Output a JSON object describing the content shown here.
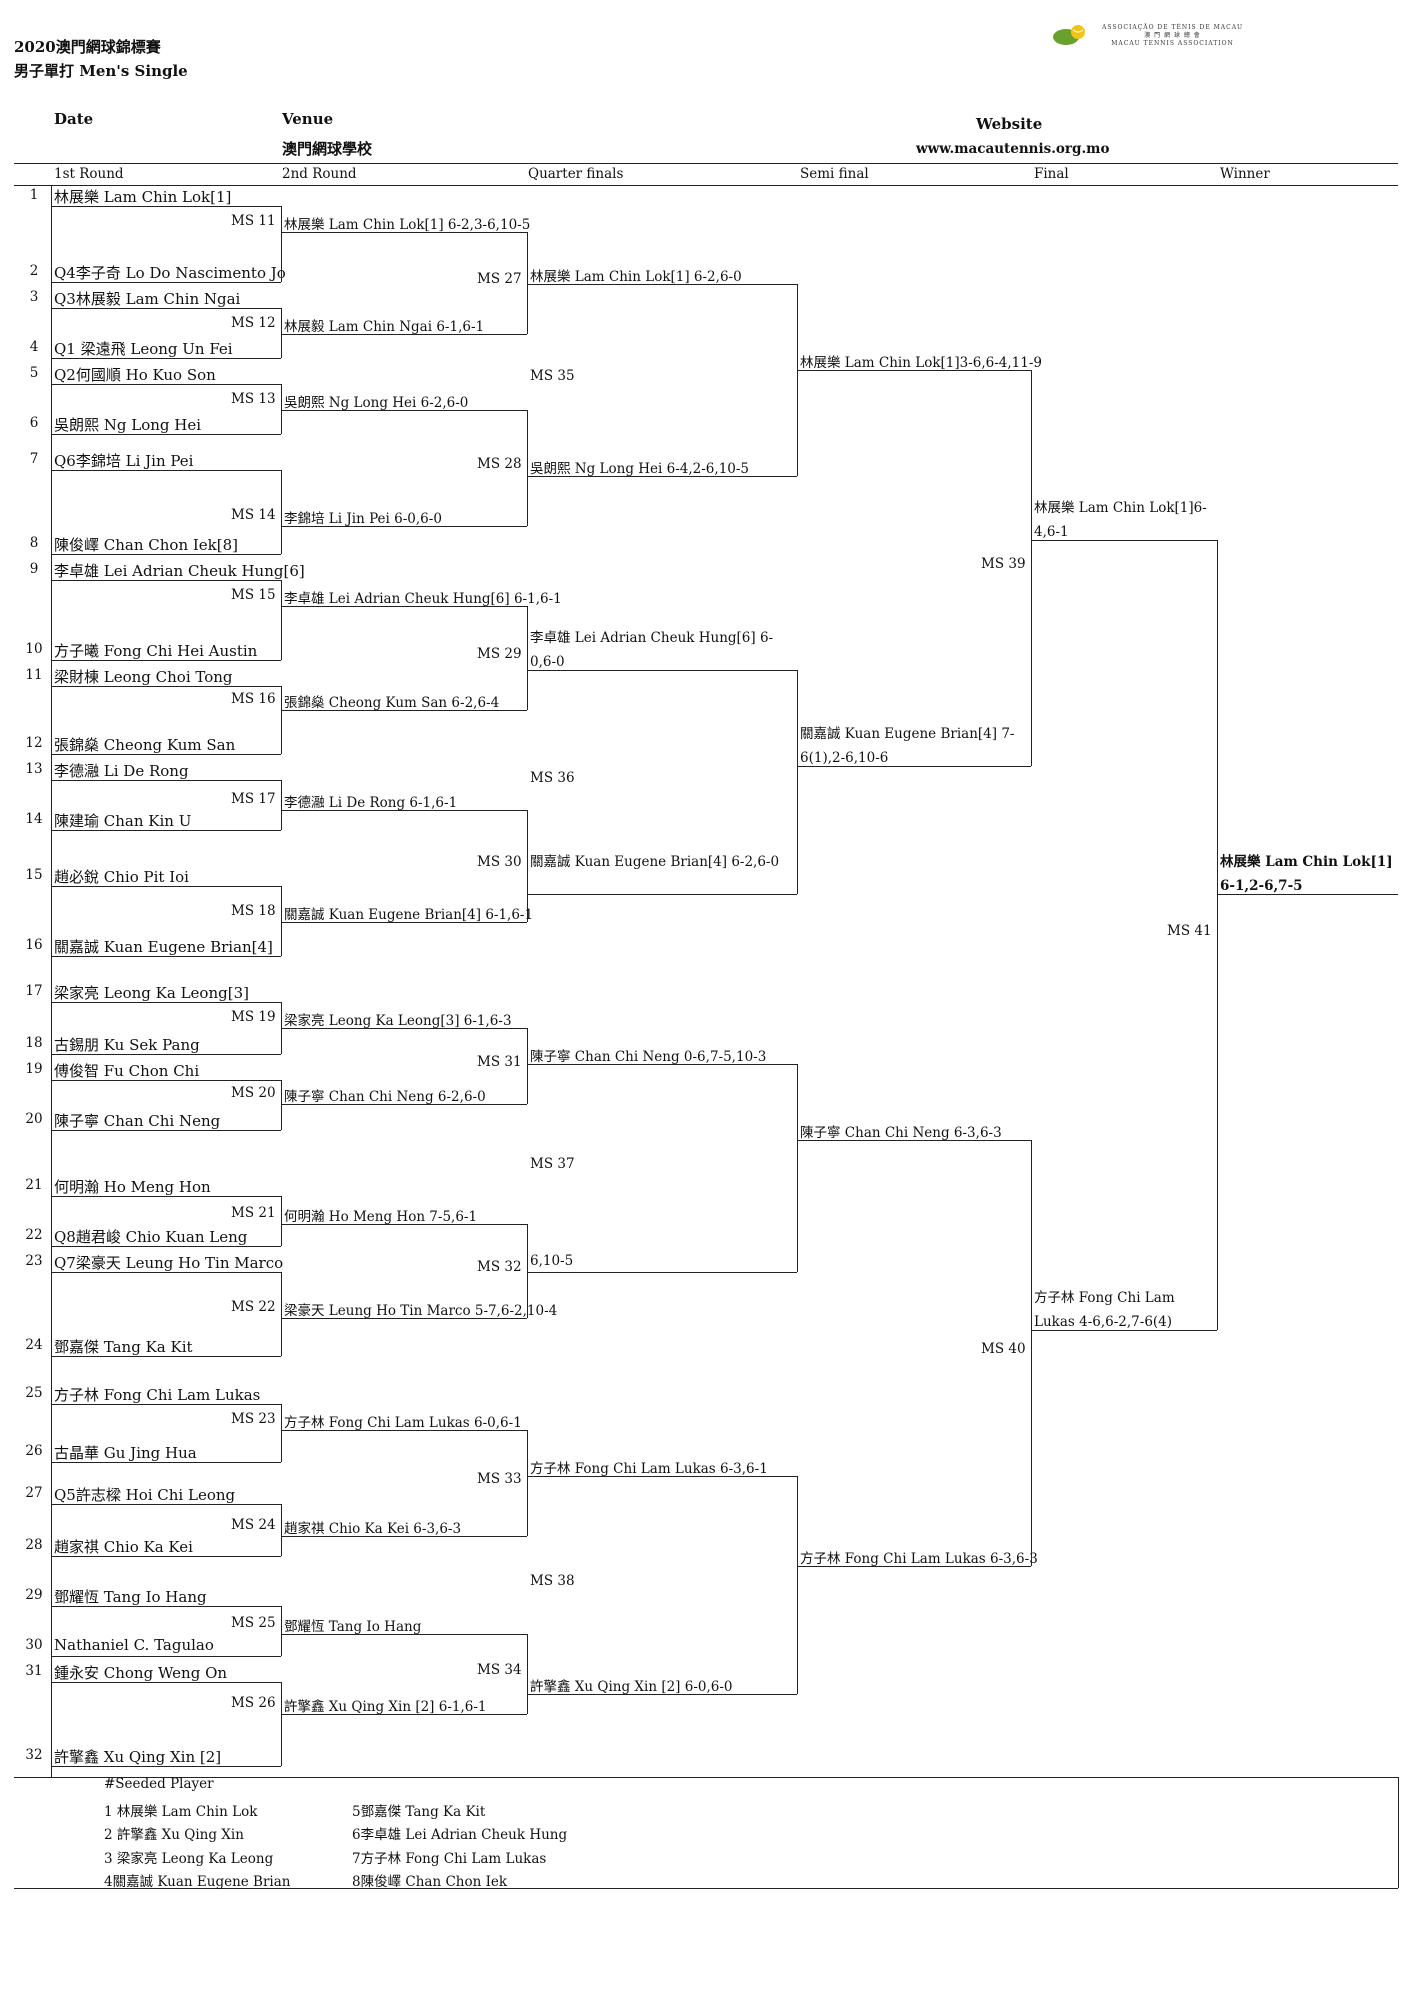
{
  "header": {
    "title_line1": "2020澳門網球錦標賽",
    "title_line2": "男子單打 Men's Single",
    "date_label": "Date",
    "venue_label": "Venue",
    "venue_value": "澳門網球學校",
    "website_label": "Website",
    "website_value": "www.macautennis.org.mo",
    "logo_text": [
      "ASSOCIAÇÃO DE TÉNIS DE MACAU",
      "澳 門 網 球 總 會",
      "MACAU TENNIS ASSOCIATION"
    ]
  },
  "columns": [
    "1st Round",
    "2nd Round",
    "Quarter finals",
    "Semi final",
    "Final",
    "Winner"
  ],
  "round1": [
    {
      "num": "1",
      "name": "林展樂 Lam Chin Lok[1]"
    },
    {
      "num": "2",
      "name": "Q4李子奇 Lo Do Nascimento Jo"
    },
    {
      "num": "3",
      "name": "Q3林展毅 Lam Chin Ngai"
    },
    {
      "num": "4",
      "name": "Q1 梁遠飛 Leong Un Fei"
    },
    {
      "num": "5",
      "name": "Q2何國順 Ho Kuo Son"
    },
    {
      "num": "6",
      "name": "吳朗熙 Ng Long Hei"
    },
    {
      "num": "7",
      "name": "Q6李錦培 Li Jin Pei"
    },
    {
      "num": "8",
      "name": "陳俊嶧 Chan Chon Iek[8]"
    },
    {
      "num": "9",
      "name": "李卓雄 Lei Adrian Cheuk Hung[6]"
    },
    {
      "num": "10",
      "name": "方子曦 Fong Chi Hei Austin"
    },
    {
      "num": "11",
      "name": "梁財棟 Leong Choi Tong"
    },
    {
      "num": "12",
      "name": "張錦燊 Cheong Kum San"
    },
    {
      "num": "13",
      "name": "李德瀜 Li De Rong"
    },
    {
      "num": "14",
      "name": "陳建瑜 Chan Kin U"
    },
    {
      "num": "15",
      "name": "趙必銳 Chio Pit Ioi"
    },
    {
      "num": "16",
      "name": "關嘉誠 Kuan Eugene Brian[4]"
    },
    {
      "num": "17",
      "name": "梁家亮 Leong Ka Leong[3]"
    },
    {
      "num": "18",
      "name": "古錫朋 Ku Sek Pang"
    },
    {
      "num": "19",
      "name": "傅俊智 Fu Chon Chi"
    },
    {
      "num": "20",
      "name": "陳子寧 Chan Chi Neng"
    },
    {
      "num": "21",
      "name": "何明瀚 Ho Meng Hon"
    },
    {
      "num": "22",
      "name": "Q8趙君峻 Chio Kuan Leng"
    },
    {
      "num": "23",
      "name": "Q7梁豪天 Leung Ho Tin Marco"
    },
    {
      "num": "24",
      "name": "鄧嘉傑 Tang Ka Kit"
    },
    {
      "num": "25",
      "name": "方子林 Fong Chi Lam Lukas"
    },
    {
      "num": "26",
      "name": "古晶華 Gu Jing Hua"
    },
    {
      "num": "27",
      "name": "Q5許志樑 Hoi Chi Leong"
    },
    {
      "num": "28",
      "name": "趙家祺 Chio Ka Kei"
    },
    {
      "num": "29",
      "name": "鄧耀恆 Tang Io Hang"
    },
    {
      "num": "30",
      "name": "Nathaniel C. Tagulao"
    },
    {
      "num": "31",
      "name": "鍾永安 Chong Weng On"
    },
    {
      "num": "32",
      "name": "許擎鑫 Xu Qing Xin [2]"
    }
  ],
  "round2": [
    {
      "match": "MS 11",
      "result": "林展樂 Lam Chin Lok[1] 6-2,3-6,10-5"
    },
    {
      "match": "MS 12",
      "result": "林展毅 Lam Chin Ngai 6-1,6-1"
    },
    {
      "match": "MS 13",
      "result": "吳朗熙 Ng Long Hei 6-2,6-0"
    },
    {
      "match": "MS 14",
      "result": "李錦培 Li Jin Pei 6-0,6-0"
    },
    {
      "match": "MS 15",
      "result": "李卓雄 Lei Adrian Cheuk Hung[6] 6-1,6-1"
    },
    {
      "match": "MS 16",
      "result": "張錦燊 Cheong Kum San 6-2,6-4"
    },
    {
      "match": "MS 17",
      "result": "李德瀜 Li De Rong 6-1,6-1"
    },
    {
      "match": "MS 18",
      "result": "關嘉誠 Kuan Eugene Brian[4] 6-1,6-1"
    },
    {
      "match": "MS 19",
      "result": "梁家亮 Leong Ka Leong[3] 6-1,6-3"
    },
    {
      "match": "MS 20",
      "result": "陳子寧 Chan Chi Neng 6-2,6-0"
    },
    {
      "match": "MS 21",
      "result": "何明瀚 Ho Meng Hon 7-5,6-1"
    },
    {
      "match": "MS 22",
      "result": "梁豪天 Leung Ho Tin Marco 5-7,6-2,10-4"
    },
    {
      "match": "MS 23",
      "result": "方子林 Fong Chi Lam Lukas 6-0,6-1"
    },
    {
      "match": "MS 24",
      "result": "趙家祺 Chio Ka Kei 6-3,6-3"
    },
    {
      "match": "MS 25",
      "result": "鄧耀恆 Tang Io Hang"
    },
    {
      "match": "MS 26",
      "result": "許擎鑫 Xu Qing Xin [2] 6-1,6-1"
    }
  ],
  "quarter": [
    {
      "match": "MS 27",
      "result": "林展樂 Lam Chin Lok[1]  6-2,6-0"
    },
    {
      "match": "MS 28",
      "result": "吳朗熙 Ng Long Hei 6-4,2-6,10-5"
    },
    {
      "match": "MS 29",
      "result": "李卓雄 Lei Adrian Cheuk Hung[6] 6-0,6-0"
    },
    {
      "match": "MS 30",
      "result": "關嘉誠 Kuan Eugene Brian[4]  6-2,6-0"
    },
    {
      "match": "MS 31",
      "result": "陳子寧 Chan Chi Neng  0-6,7-5,10-3"
    },
    {
      "match": "MS 32",
      "result": "6,10-5"
    },
    {
      "match": "MS 33",
      "result": "方子林 Fong Chi Lam Lukas 6-3,6-1"
    },
    {
      "match": "MS 34",
      "result": "許擎鑫 Xu Qing Xin [2] 6-0,6-0"
    }
  ],
  "semi": [
    {
      "match": "MS 35",
      "result": "林展樂 Lam Chin Lok[1]3-6,6-4,11-9"
    },
    {
      "match": "MS 36",
      "result": "關嘉誠 Kuan Eugene Brian[4] 7-6(1),2-6,10-6"
    },
    {
      "match": "MS 37",
      "result": "陳子寧 Chan Chi Neng  6-3,6-3"
    },
    {
      "match": "MS 38",
      "result": "方子林 Fong Chi Lam Lukas 6-3,6-3"
    }
  ],
  "final": [
    {
      "match": "MS 39",
      "result": "林展樂 Lam Chin Lok[1]6-4,6-1"
    },
    {
      "match": "MS 40",
      "result": "方子林 Fong Chi Lam Lukas 4-6,6-2,7-6(4)"
    }
  ],
  "winner": {
    "match": "MS 41",
    "result": "林展樂 Lam Chin Lok[1] 6-1,2-6,7-5"
  },
  "seeds": {
    "title": "#Seeded Player",
    "left": [
      "1 林展樂 Lam Chin Lok",
      "2 許擎鑫 Xu Qing Xin",
      "3 梁家亮 Leong Ka Leong",
      "4關嘉誠 Kuan Eugene Brian"
    ],
    "right": [
      "5鄧嘉傑 Tang Ka Kit",
      "6李卓雄 Lei Adrian Cheuk Hung",
      "7方子林 Fong Chi Lam Lukas",
      "8陳俊嶧 Chan Chon Iek"
    ]
  },
  "colors": {
    "ink": "#111111",
    "logo_green": "#6aa12e",
    "logo_yellow": "#f0c419"
  }
}
